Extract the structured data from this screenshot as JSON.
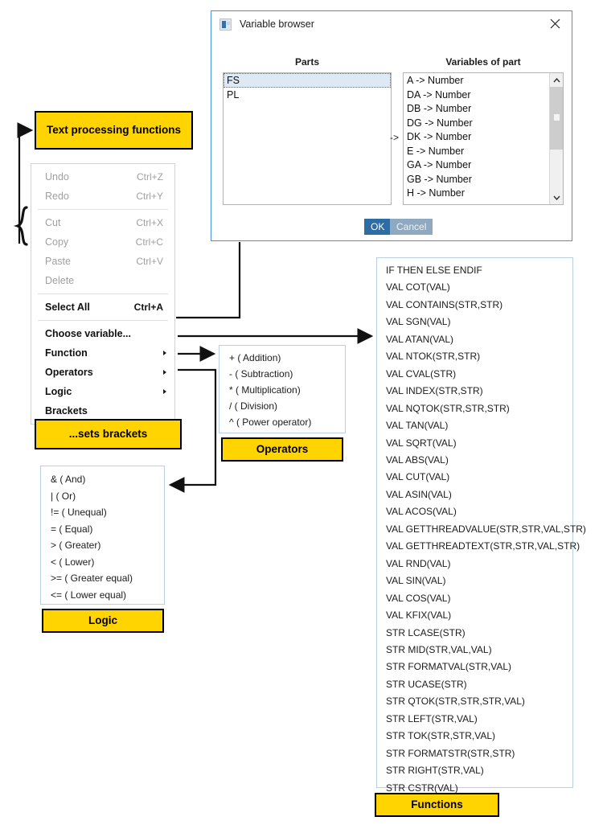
{
  "dialog": {
    "title": "Variable browser",
    "close_icon": "close-icon",
    "app_icon": "window-icon",
    "parts_header": "Parts",
    "variables_header": "Variables of part",
    "middle_arrow": "->",
    "parts": [
      {
        "label": "FS",
        "selected": true
      },
      {
        "label": "PL",
        "selected": false
      }
    ],
    "variables": [
      "A -> Number",
      "DA -> Number",
      "DB -> Number",
      "DG -> Number",
      "DK -> Number",
      "E -> Number",
      "GA -> Number",
      "GB -> Number",
      "H -> Number"
    ],
    "buttons": {
      "ok": "OK",
      "cancel": "Cancel"
    },
    "colors": {
      "border": "#4a90d9",
      "ok_bg": "#2e6da4",
      "cancel_bg": "#8fa9c1",
      "selection_bg": "#ddeaf6"
    }
  },
  "context_menu": {
    "groups": [
      {
        "items": [
          {
            "label": "Undo",
            "accel": "Ctrl+Z",
            "enabled": false,
            "submenu": false
          },
          {
            "label": "Redo",
            "accel": "Ctrl+Y",
            "enabled": false,
            "submenu": false
          }
        ]
      },
      {
        "items": [
          {
            "label": "Cut",
            "accel": "Ctrl+X",
            "enabled": false,
            "submenu": false
          },
          {
            "label": "Copy",
            "accel": "Ctrl+C",
            "enabled": false,
            "submenu": false
          },
          {
            "label": "Paste",
            "accel": "Ctrl+V",
            "enabled": false,
            "submenu": false
          },
          {
            "label": "Delete",
            "accel": "",
            "enabled": false,
            "submenu": false
          }
        ]
      },
      {
        "items": [
          {
            "label": "Select All",
            "accel": "Ctrl+A",
            "enabled": true,
            "submenu": false
          }
        ]
      },
      {
        "items": [
          {
            "label": "Choose variable...",
            "accel": "",
            "enabled": true,
            "submenu": false
          },
          {
            "label": "Function",
            "accel": "",
            "enabled": true,
            "submenu": true
          },
          {
            "label": "Operators",
            "accel": "",
            "enabled": true,
            "submenu": true
          },
          {
            "label": "Logic",
            "accel": "",
            "enabled": true,
            "submenu": true
          },
          {
            "label": "Brackets",
            "accel": "",
            "enabled": true,
            "submenu": false
          }
        ]
      }
    ]
  },
  "operators_panel": {
    "items": [
      "+ ( Addition)",
      "- ( Subtraction)",
      "* ( Multiplication)",
      "/ ( Division)",
      "^ ( Power operator)"
    ]
  },
  "logic_panel": {
    "items": [
      "& ( And)",
      "| ( Or)",
      "!= ( Unequal)",
      "= ( Equal)",
      "> ( Greater)",
      "< ( Lower)",
      ">= ( Greater equal)",
      "<= ( Lower equal)"
    ]
  },
  "functions_panel": {
    "items": [
      "IF THEN ELSE ENDIF",
      "VAL COT(VAL)",
      "VAL CONTAINS(STR,STR)",
      "VAL SGN(VAL)",
      "VAL ATAN(VAL)",
      "VAL NTOK(STR,STR)",
      "VAL CVAL(STR)",
      "VAL INDEX(STR,STR)",
      "VAL NQTOK(STR,STR,STR)",
      "VAL TAN(VAL)",
      "VAL SQRT(VAL)",
      "VAL ABS(VAL)",
      "VAL CUT(VAL)",
      "VAL ASIN(VAL)",
      "VAL ACOS(VAL)",
      "VAL GETTHREADVALUE(STR,STR,VAL,STR)",
      "VAL GETTHREADTEXT(STR,STR,VAL,STR)",
      "VAL RND(VAL)",
      "VAL SIN(VAL)",
      "VAL COS(VAL)",
      "VAL KFIX(VAL)",
      "STR LCASE(STR)",
      "STR MID(STR,VAL,VAL)",
      "STR FORMATVAL(STR,VAL)",
      "STR UCASE(STR)",
      "STR QTOK(STR,STR,STR,VAL)",
      "STR LEFT(STR,VAL)",
      "STR TOK(STR,STR,VAL)",
      "STR FORMATSTR(STR,STR)",
      "STR RIGHT(STR,VAL)",
      "STR CSTR(VAL)"
    ]
  },
  "callouts": {
    "text_processing": "Text processing functions",
    "sets_brackets": "...sets brackets",
    "operators": "Operators",
    "logic": "Logic",
    "functions": "Functions",
    "color": "#FFD400"
  }
}
